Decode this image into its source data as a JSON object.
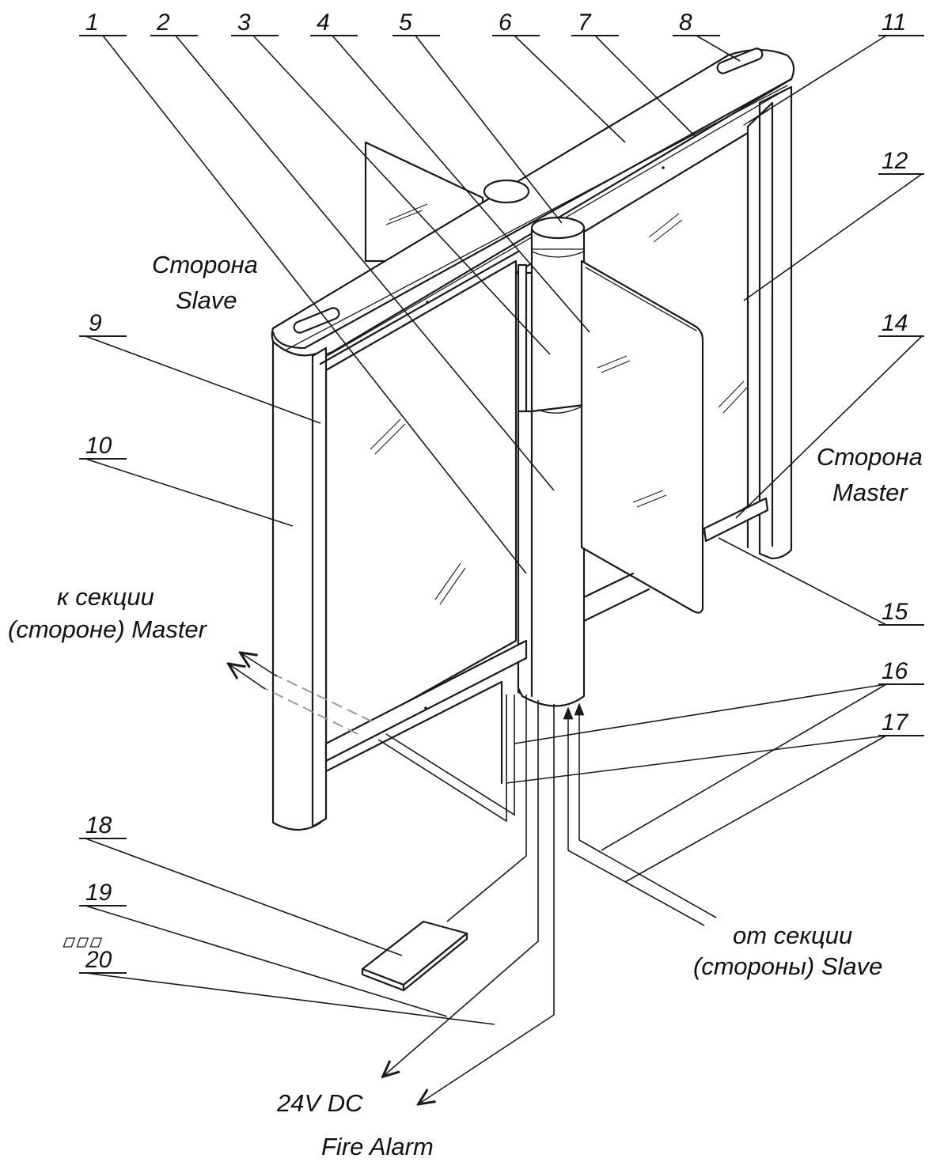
{
  "callouts": [
    "1",
    "2",
    "3",
    "4",
    "5",
    "6",
    "7",
    "8",
    "11",
    "12",
    "9",
    "10",
    "14",
    "15",
    "16",
    "17",
    "18",
    "19",
    "20"
  ],
  "captions": {
    "slave_side_line1": "Сторона",
    "slave_side_line2": "Slave",
    "master_side_line1": "Сторона",
    "master_side_line2": "Master",
    "to_master_line1": "к секции",
    "to_master_line2": "(стороне) Master",
    "from_slave_line1": "от секции",
    "from_slave_line2": "(стороны) Slave",
    "power": "24V DC",
    "fire_alarm": "Fire Alarm"
  }
}
